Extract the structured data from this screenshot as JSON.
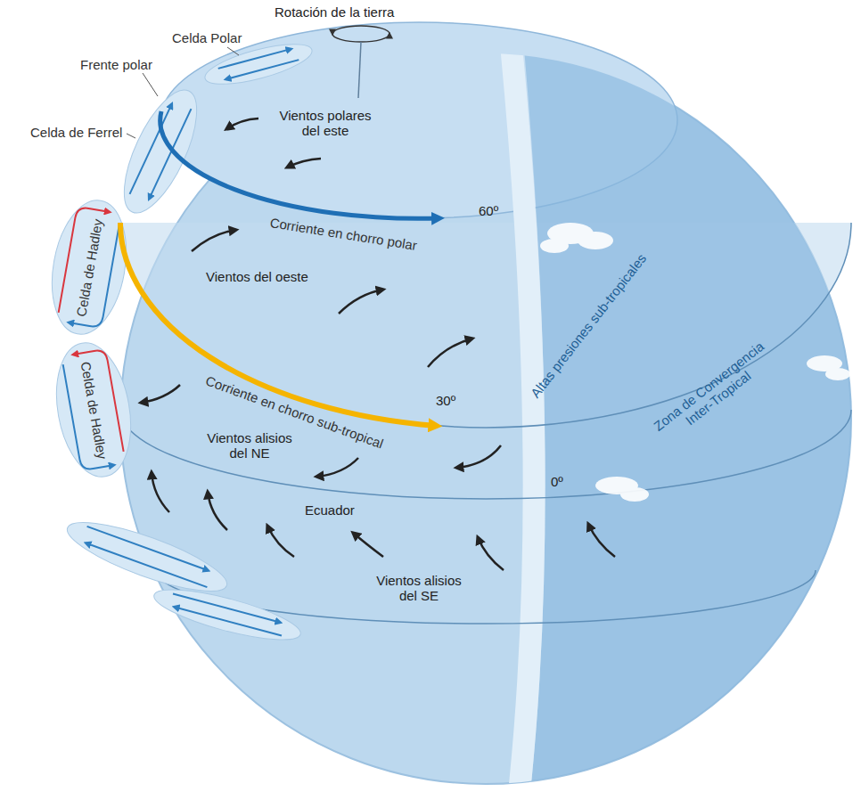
{
  "diagram": {
    "labels": [
      "Rotación de la tierra",
      "Celda Polar",
      "Frente polar",
      "Vientos polares del este",
      "Celda de Ferrel",
      "60º",
      "Corriente en chorro polar",
      "Vientos del oeste",
      "Celda de Hadley",
      "Altas presiones sub-tropicales",
      "30º",
      "Corriente en chorro sub-tropical",
      "Vientos alisios del NE",
      "Celda de Hadley",
      "Zona de Convergencia Inter-Tropical",
      "Ecuador",
      "0º",
      "Vientos alisios del SE"
    ]
  }
}
